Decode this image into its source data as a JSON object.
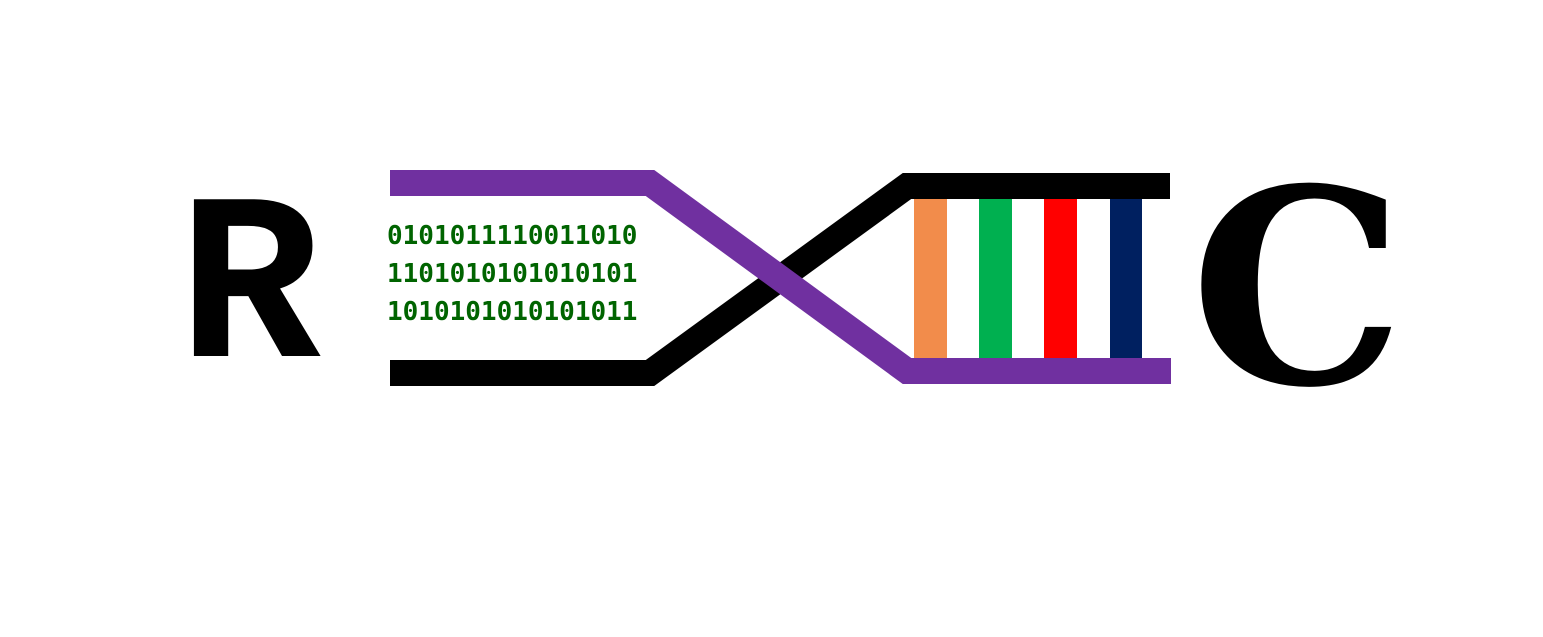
{
  "logo": {
    "left_letter": "R",
    "right_letter": "C",
    "binary_lines": [
      "0101011110011010",
      "1101010101010101",
      "1010101010101011"
    ]
  },
  "colors": {
    "background": "#ffffff",
    "letters": "#000000",
    "strand_purple": "#7030a0",
    "strand_black": "#000000",
    "binary_text": "#006400",
    "bases": [
      "#f28c4b",
      "#00b050",
      "#ff0000",
      "#002060"
    ]
  }
}
